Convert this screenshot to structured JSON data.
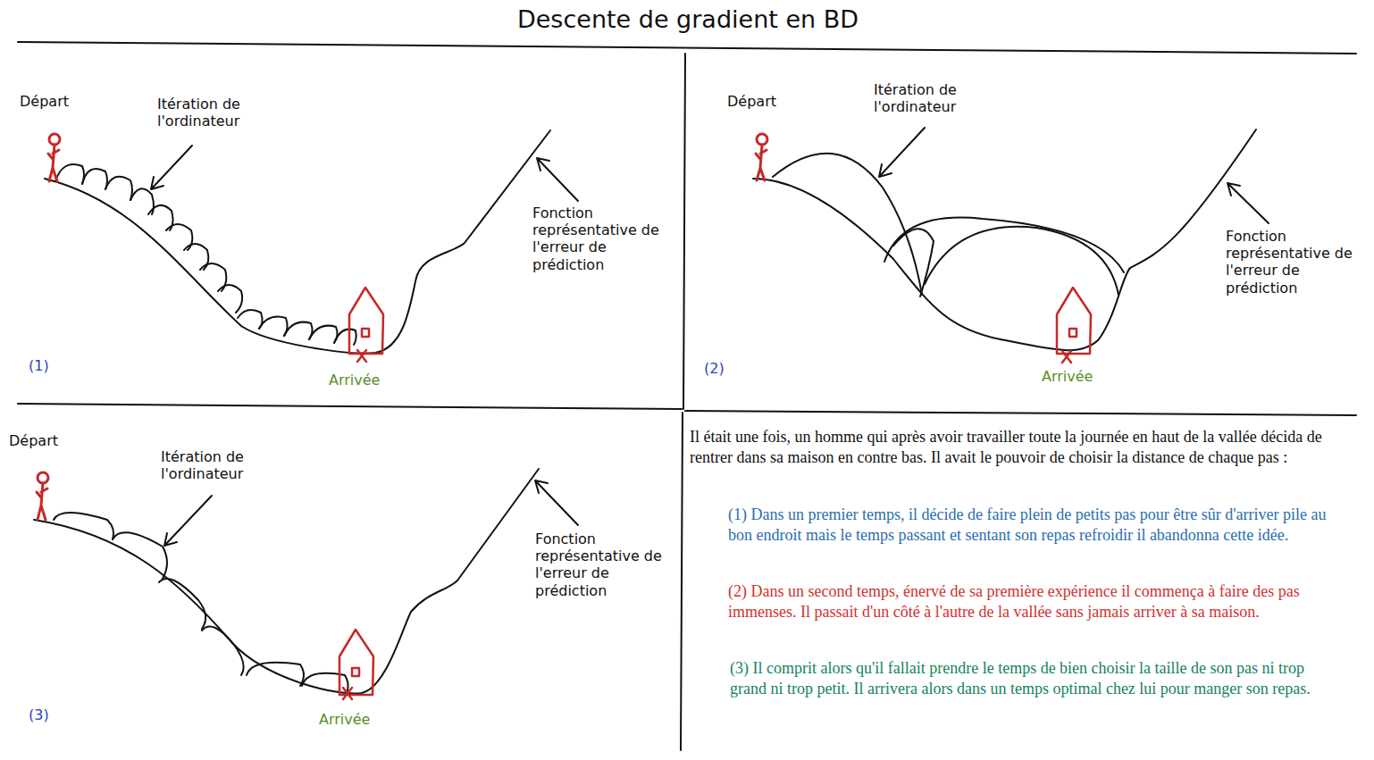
{
  "diagram": {
    "title": "Descente de gradient en BD",
    "labels": [
      "Départ",
      "Itération de l'ordinateur",
      "Fonction représentative de l'erreur de prédiction",
      "(1)",
      "Arrivée",
      "Départ",
      "Itération de l'ordinateur",
      "Fonction représentative de l'erreur de prédiction",
      "(2)",
      "Arrivée",
      "Départ",
      "Itération de l'ordinateur",
      "Fonction représentative de l'erreur de prédiction",
      "(3)",
      "Arrivée",
      "Il était une fois, un homme qui après avoir travailler toute la journée en haut de la vallée décida de rentrer dans sa maison en contre bas. Il avait le pouvoir de choisir la distance de chaque pas :",
      "(1) Dans un premier temps, il décide de faire plein de petits pas pour être sûr d'arriver pile au bon endroit mais le temps passant et sentant son repas refroidir il abandonna cette idée.",
      "(2) Dans un second temps, énervé de sa première expérience il commença à faire des pas immenses. Il passait d'un côté à l'autre de la vallée sans jamais arriver à sa maison.",
      "(3) Il comprit alors qu'il fallait prendre le temps de bien choisir la taille de son pas ni trop grand ni trop petit. Il arrivera alors dans un temps optimal chez lui pour manger son repas."
    ]
  }
}
